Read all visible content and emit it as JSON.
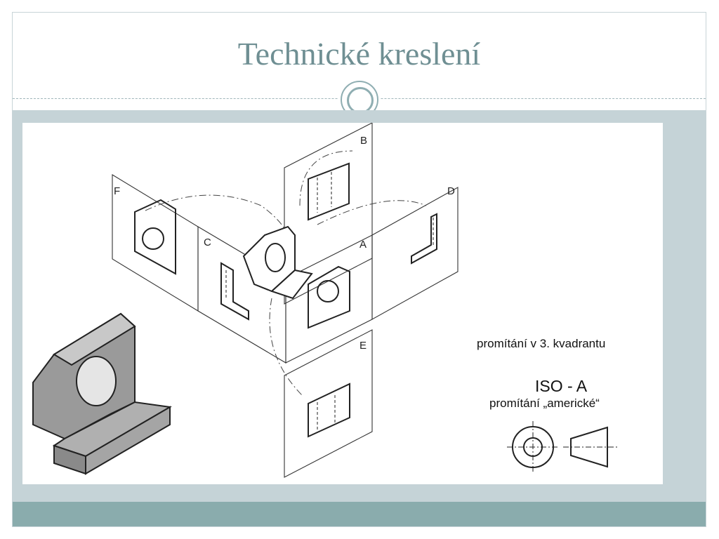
{
  "slide": {
    "title": "Technické kreslení"
  },
  "diagram": {
    "plane_labels": [
      "A",
      "B",
      "C",
      "D",
      "E",
      "F"
    ],
    "caption_quadrant": "promítání v 3. kvadrantu",
    "caption_iso": "ISO - A",
    "caption_american": "promítání „americké“"
  },
  "colors": {
    "title": "#6f8f93",
    "content_band": "#c5d3d7",
    "footer_band": "#8aacad",
    "ornament": "#8faeb2"
  }
}
